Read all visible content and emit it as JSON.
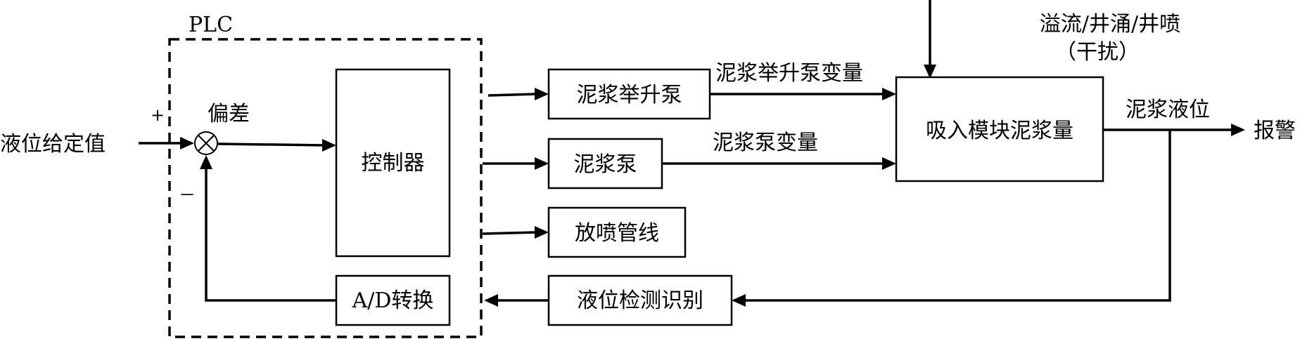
{
  "plc_label": "PLC",
  "setpoint_label": "液位给定值",
  "plus_sign": "+",
  "minus_sign": "－",
  "error_label": "偏差",
  "controller_label": "控制器",
  "ad_label": "A/D转换",
  "lift_pump_label": "泥浆举升泵",
  "mud_pump_label": "泥浆泵",
  "blowout_line_label": "放喷管线",
  "detection_label": "液位检测识别",
  "suction_label": "吸入模块泥浆量",
  "lift_var_label": "泥浆举升泵变量",
  "pump_var_label": "泥浆泵变量",
  "disturbance_line1": "溢流/井涌/井喷",
  "disturbance_line2": "（干扰）",
  "output_label": "泥浆液位",
  "alarm_label": "报警"
}
